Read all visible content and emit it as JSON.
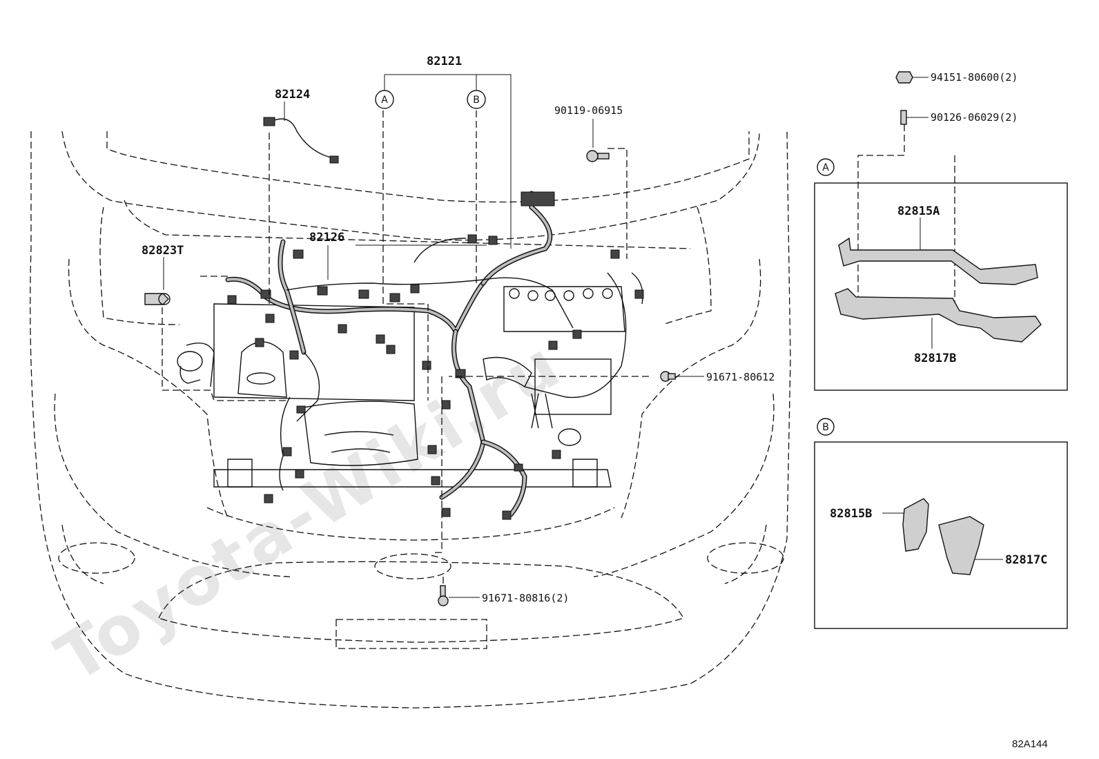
{
  "watermark": "Toyota-Wiki.ru",
  "diagram_code": "82A144",
  "callouts": {
    "p82121": "82121",
    "p82124": "82124",
    "p82126": "82126",
    "p82823T": "82823T",
    "p90119": "90119-06915",
    "p91671_80612": "91671-80612",
    "p91671_80816": "91671-80816(2)",
    "p94151": "94151-80600(2)",
    "p90126": "90126-06029(2)",
    "p82815A": "82815A",
    "p82817B": "82817B",
    "p82815B": "82815B",
    "p82817C": "82817C"
  },
  "refs": {
    "a": "A",
    "b": "B",
    "detail_a": "A",
    "detail_b": "B"
  }
}
